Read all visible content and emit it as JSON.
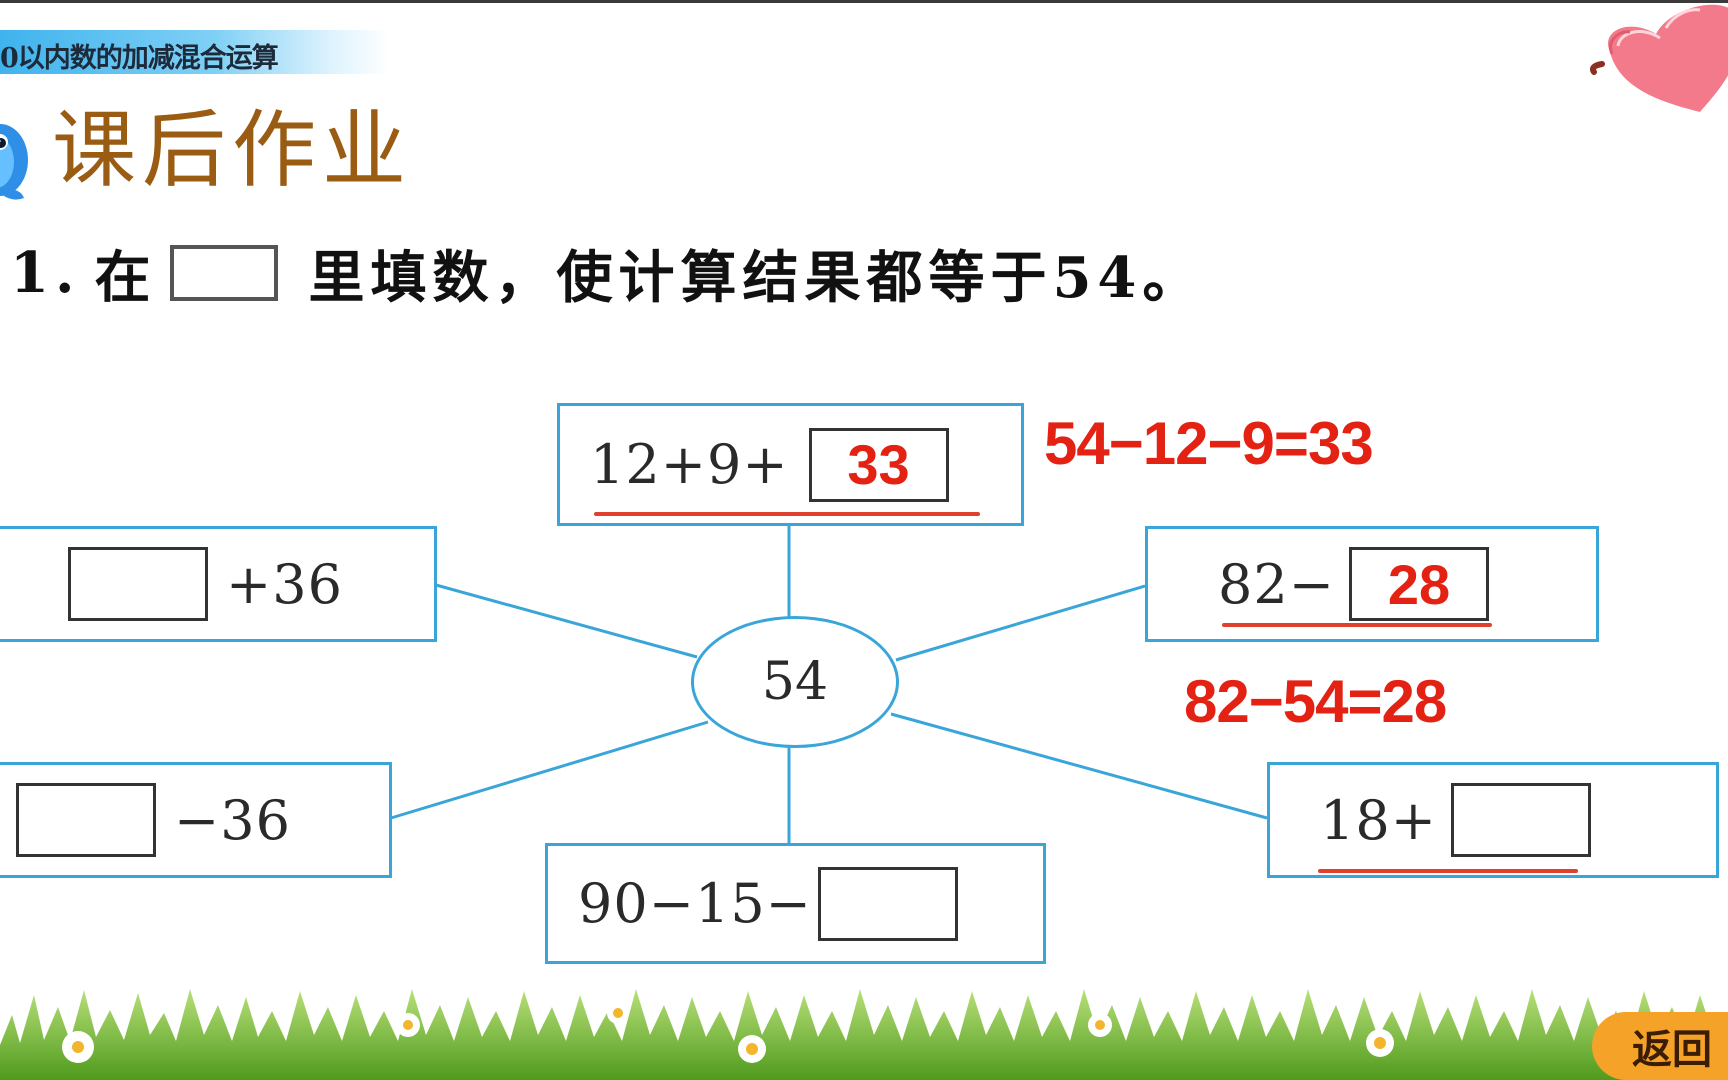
{
  "header": {
    "lesson_title": "0以内数的加减混合运算",
    "section_title": "课后作业"
  },
  "question": {
    "number": "1.",
    "prefix": "在",
    "suffix": "里填数，使计算结果都等于54。"
  },
  "diagram": {
    "center_value": "54",
    "nodes": [
      {
        "id": "top",
        "expr_before": "12+9+",
        "answer": "33",
        "expr_after": ""
      },
      {
        "id": "left-upper",
        "expr_before": "",
        "answer": "",
        "expr_after": "+36"
      },
      {
        "id": "right-upper",
        "expr_before": "82−",
        "answer": "28",
        "expr_after": ""
      },
      {
        "id": "left-lower",
        "expr_before": "",
        "answer": "",
        "expr_after": "−36"
      },
      {
        "id": "right-lower",
        "expr_before": "18+",
        "answer": "",
        "expr_after": ""
      },
      {
        "id": "bottom",
        "expr_before": "90−15−",
        "answer": "",
        "expr_after": ""
      }
    ],
    "annotations": [
      {
        "text": "54−12−9=33"
      },
      {
        "text": "82−54=28"
      }
    ]
  },
  "footer": {
    "back_label": "返回"
  },
  "colors": {
    "node_border": "#3aa5d8",
    "answer_red": "#e32213",
    "title_brown": "#9a5c12",
    "back_orange": "#f5a229"
  }
}
